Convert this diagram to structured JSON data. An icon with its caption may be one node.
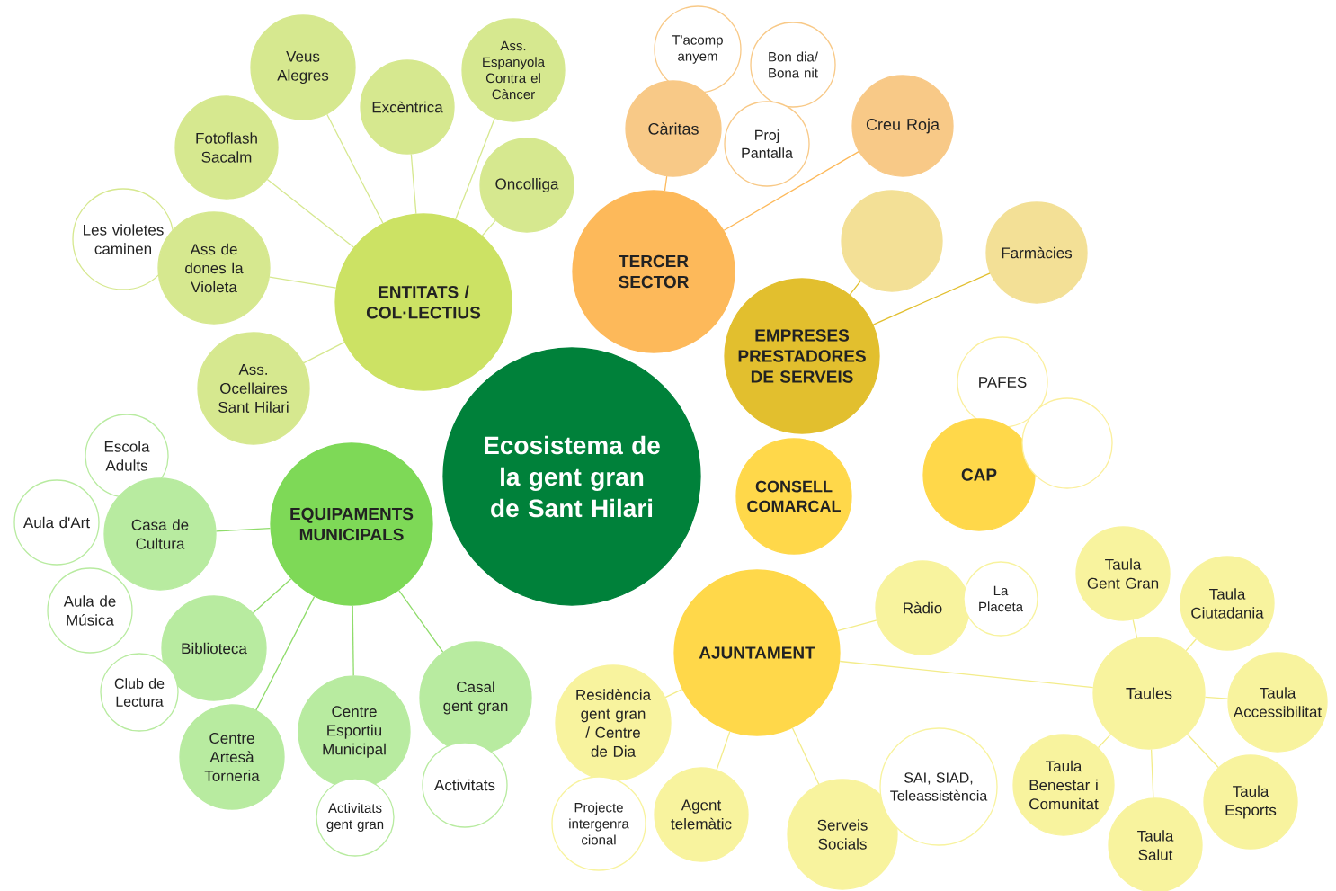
{
  "diagram": {
    "nodes": [
      {
        "text": [
          "Ecosistema de la gent gran de Sant Hilari"
        ]
      },
      {
        "text": [
          "ENTITATS / COL·LECTIUS"
        ]
      },
      {
        "text": [
          "Veus Alegres"
        ]
      },
      {
        "text": [
          "Excèntrica"
        ]
      },
      {
        "text": [
          "Ass. Espanyola Contra el Càncer"
        ]
      },
      {
        "text": [
          "Fotoflash Sacalm"
        ]
      },
      {
        "text": [
          "Oncolliga"
        ]
      },
      {
        "text": [
          "Les violetes caminen"
        ]
      },
      {
        "text": [
          "Ass de dones la Violeta"
        ]
      },
      {
        "text": [
          "Ass. Ocellaires Sant Hilari"
        ]
      },
      {
        "text": [
          "TERCER SECTOR"
        ]
      },
      {
        "text": [
          "T'acomp anyem"
        ]
      },
      {
        "text": [
          "Bon dia/ Bona nit"
        ]
      },
      {
        "text": [
          "Càritas"
        ]
      },
      {
        "text": [
          "Proj Pantalla"
        ]
      },
      {
        "text": [
          "Creu Roja"
        ]
      },
      {
        "text": [],
        "shape": "circle"
      },
      {
        "text": [
          "Farmàcies"
        ]
      },
      {
        "text": [
          "EMPRESES PRESTADORES DE SERVEIS"
        ]
      },
      {
        "text": [
          "PAFES"
        ]
      },
      {
        "text": [
          "CAP"
        ]
      },
      {
        "text": [],
        "shape": "circle"
      },
      {
        "text": [
          "CONSELL COMARCAL"
        ]
      },
      {
        "text": [
          "EQUIPAMENTS MUNICIPALS"
        ]
      },
      {
        "text": [
          "Escola Adults"
        ]
      },
      {
        "text": [
          "Aula d'Art"
        ]
      },
      {
        "text": [
          "Casa de Cultura"
        ]
      },
      {
        "text": [
          "Aula de Música"
        ]
      },
      {
        "text": [
          "Biblioteca"
        ]
      },
      {
        "text": [
          "Club de Lectura"
        ]
      },
      {
        "text": [
          "Centre Artesà Torneria"
        ]
      },
      {
        "text": [
          "Centre Esportiu Municipal"
        ]
      },
      {
        "text": [
          "Activitats gent gran"
        ]
      },
      {
        "text": [
          "Casal gent gran"
        ]
      },
      {
        "text": [
          "Activitats"
        ]
      },
      {
        "text": [
          "AJUNTAMENT"
        ]
      },
      {
        "text": [
          "Ràdio"
        ]
      },
      {
        "text": [
          "La Placeta"
        ]
      },
      {
        "text": [
          "Residència gent gran / Centre de Dia"
        ]
      },
      {
        "text": [
          "Projecte intergenra cional"
        ]
      },
      {
        "text": [
          "Agent telemàtic"
        ]
      },
      {
        "text": [
          "Serveis Socials"
        ]
      },
      {
        "text": [
          "SAI, SIAD, Teleassistència"
        ]
      },
      {
        "text": [
          "Taules"
        ]
      },
      {
        "text": [
          "Taula Gent Gran"
        ]
      },
      {
        "text": [
          "Taula Ciutadania"
        ]
      },
      {
        "text": [
          "Taula Accessibilitat"
        ]
      },
      {
        "text": [
          "Taula Benestar i Comunitat"
        ]
      },
      {
        "text": [
          "Taula Salut"
        ]
      },
      {
        "text": [
          "Taula Esports"
        ]
      }
    ],
    "edges": [
      {
        "from": 1,
        "to": 2,
        "arrow": "none",
        "color": "#d6e88f"
      },
      {
        "from": 1,
        "to": 3,
        "arrow": "none",
        "color": "#d6e88f"
      },
      {
        "from": 1,
        "to": 4,
        "arrow": "none",
        "color": "#d6e88f"
      },
      {
        "from": 1,
        "to": 5,
        "arrow": "none",
        "color": "#d6e88f"
      },
      {
        "from": 1,
        "to": 6,
        "arrow": "none",
        "color": "#d6e88f"
      },
      {
        "from": 1,
        "to": 8,
        "arrow": "none",
        "color": "#d6e88f"
      },
      {
        "from": 1,
        "to": 9,
        "arrow": "none",
        "color": "#d6e88f"
      },
      {
        "from": 10,
        "to": 13,
        "arrow": "none",
        "color": "#fdb95a"
      },
      {
        "from": 10,
        "to": 15,
        "arrow": "none",
        "color": "#fdb95a"
      },
      {
        "from": 18,
        "to": 16,
        "arrow": "none",
        "color": "#e2bf2e"
      },
      {
        "from": 18,
        "to": 17,
        "arrow": "none",
        "color": "#e2bf2e"
      },
      {
        "from": 23,
        "to": 26,
        "arrow": "none",
        "color": "#8fdc6a"
      },
      {
        "from": 23,
        "to": 28,
        "arrow": "none",
        "color": "#8fdc6a"
      },
      {
        "from": 23,
        "to": 30,
        "arrow": "none",
        "color": "#8fdc6a"
      },
      {
        "from": 23,
        "to": 31,
        "arrow": "none",
        "color": "#8fdc6a"
      },
      {
        "from": 23,
        "to": 33,
        "arrow": "none",
        "color": "#8fdc6a"
      },
      {
        "from": 35,
        "to": 36,
        "arrow": "none"
      },
      {
        "from": 35,
        "to": 38,
        "arrow": "none"
      },
      {
        "from": 35,
        "to": 40,
        "arrow": "none"
      },
      {
        "from": 35,
        "to": 41,
        "arrow": "none"
      },
      {
        "from": 35,
        "to": 43,
        "arrow": "none"
      },
      {
        "from": 43,
        "to": 44,
        "arrow": "none"
      },
      {
        "from": 43,
        "to": 45,
        "arrow": "none"
      },
      {
        "from": 43,
        "to": 46,
        "arrow": "none"
      },
      {
        "from": 43,
        "to": 47,
        "arrow": "none"
      },
      {
        "from": 43,
        "to": 48,
        "arrow": "none"
      },
      {
        "from": 43,
        "to": 49,
        "arrow": "none"
      }
    ]
  }
}
